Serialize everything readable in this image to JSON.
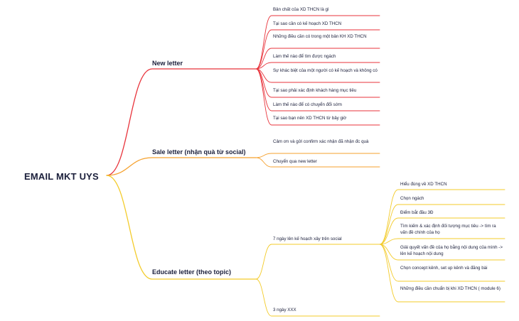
{
  "root": "EMAIL MKT UYS",
  "branches": [
    {
      "label": "New letter",
      "color": "#e8333b",
      "children": [
        "Bản chất của XD THCN là gì",
        "Tại sao cần có kế hoạch XD THCN",
        "Những điều cần có trong một bản KH XD THCN",
        "Làm thế nào để tìm được ngách",
        "Sự khác biệt của một người có kế hoạch và không có",
        "Tại sao phải xác định khách hàng mục tiêu",
        "Làm thế nào để có chuyển đổi sớm",
        "Tại sao bạn nên XD THCN từ bây giờ"
      ]
    },
    {
      "label": "Sale letter (nhận quà từ social)",
      "color": "#f5a12e",
      "children": [
        "Cảm ơn và gửi confirm xác nhận đã nhận đc quà",
        "Chuyển qua new letter"
      ]
    },
    {
      "label": "Educate letter (theo topic)",
      "color": "#f3cb2a",
      "children": [
        {
          "label": "7 ngày lên kế hoạch xây trên social",
          "children": [
            "Hiểu đúng về XD THCN",
            "Chọn ngách",
            "Điểm bắt đầu 3Đ",
            "Tìm kiếm & xác định đối tượng mục tiêu -> tìm ra vấn đề chính của họ",
            "Giải quyết vấn đề của họ bằng nội dung của mình -> lên kế hoạch nội dung",
            "Chọn concept kênh, set up kênh và đăng bài",
            "Những điều cần chuẩn bị khi XD THCN ( module 6)"
          ]
        },
        "3 ngày XXX"
      ]
    }
  ]
}
